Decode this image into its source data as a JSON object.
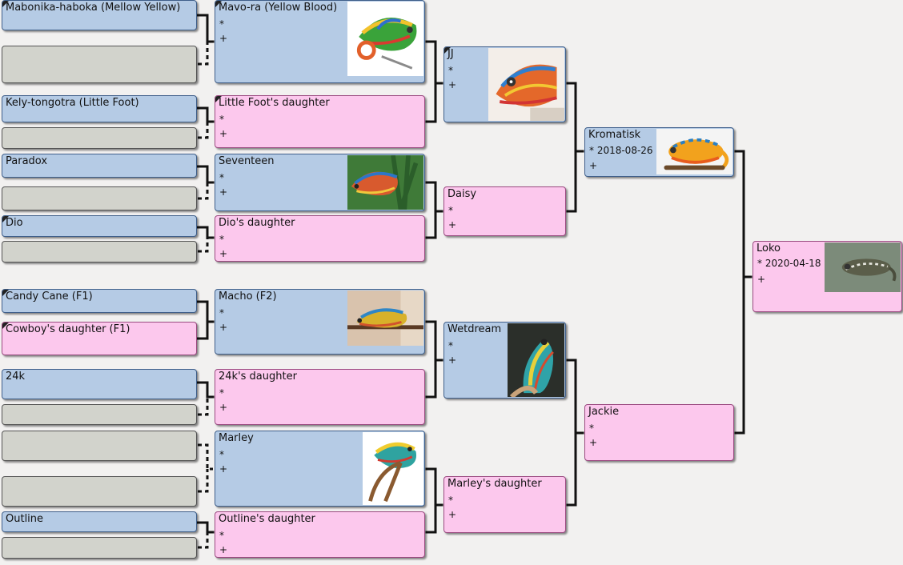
{
  "people": {
    "loko": {
      "name": "Loko",
      "birth": "* 2020-04-18",
      "death": "+"
    },
    "kromatisk": {
      "name": "Kromatisk",
      "birth": "* 2018-08-26",
      "death": "+"
    },
    "jackie": {
      "name": "Jackie",
      "birth": "*",
      "death": "+"
    },
    "jj": {
      "name": "JJ",
      "birth": "*",
      "death": "+"
    },
    "daisy": {
      "name": "Daisy",
      "birth": "*",
      "death": "+"
    },
    "wetdream": {
      "name": "Wetdream",
      "birth": "*",
      "death": "+"
    },
    "marleys_daughter": {
      "name": "Marley's daughter",
      "birth": "*",
      "death": "+"
    },
    "mavora": {
      "name": "Mavo-ra (Yellow Blood)",
      "birth": "*",
      "death": "+"
    },
    "littlefoots_daughter": {
      "name": "Little Foot's daughter",
      "birth": "*",
      "death": "+"
    },
    "seventeen": {
      "name": "Seventeen",
      "birth": "*",
      "death": "+"
    },
    "dios_daughter": {
      "name": "Dio's daughter",
      "birth": "*",
      "death": "+"
    },
    "macho": {
      "name": "Macho (F2)",
      "birth": "*",
      "death": "+"
    },
    "k24_daughter": {
      "name": "24k's daughter",
      "birth": "*",
      "death": "+"
    },
    "marley": {
      "name": "Marley",
      "birth": "*",
      "death": "+"
    },
    "outlines_daughter": {
      "name": "Outline's daughter",
      "birth": "*",
      "death": "+"
    },
    "mabonika": {
      "name": "Mabonika-haboka (Mellow Yellow)"
    },
    "kely": {
      "name": "Kely-tongotra (Little Foot)"
    },
    "paradox": {
      "name": "Paradox"
    },
    "dio": {
      "name": "Dio"
    },
    "candycane": {
      "name": "Candy Cane (F1)"
    },
    "cowboys_daughter": {
      "name": "Cowboy's daughter (F1)"
    },
    "k24": {
      "name": "24k"
    },
    "outline": {
      "name": "Outline"
    }
  },
  "colors": {
    "male_bg": "#b5cbe5",
    "female_bg": "#fcc8ed",
    "unknown_bg": "#d2d3cc",
    "line": "#111111",
    "background": "#f2f1f0"
  },
  "icons": {
    "photo": "chameleon-photo",
    "corner": "expand-corner-icon"
  }
}
